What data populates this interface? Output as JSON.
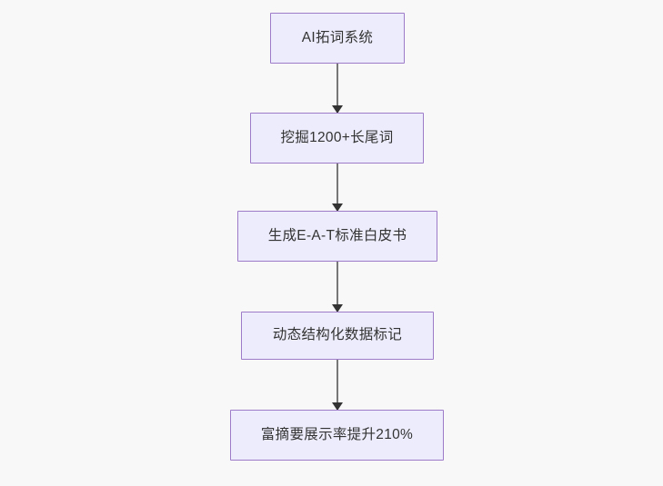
{
  "diagram": {
    "type": "flowchart",
    "direction": "top-to-bottom",
    "background_color": "#f8f8f9",
    "node_fill_color": "#ececfc",
    "node_border_color": "#9d7bc8",
    "node_text_color": "#333333",
    "edge_color": "#777777",
    "arrowhead_color": "#333333",
    "nodes": [
      {
        "id": "n1",
        "label": "AI拓词系统"
      },
      {
        "id": "n2",
        "label": "挖掘1200+长尾词"
      },
      {
        "id": "n3",
        "label": "生成E-A-T标准白皮书"
      },
      {
        "id": "n4",
        "label": "动态结构化数据标记"
      },
      {
        "id": "n5",
        "label": "富摘要展示率提升210%"
      }
    ],
    "edges": [
      {
        "id": "e1",
        "from": "n1",
        "to": "n2",
        "label": ""
      },
      {
        "id": "e2",
        "from": "n2",
        "to": "n3",
        "label": ""
      },
      {
        "id": "e3",
        "from": "n3",
        "to": "n4",
        "label": ""
      },
      {
        "id": "e4",
        "from": "n4",
        "to": "n5",
        "label": ""
      }
    ]
  }
}
